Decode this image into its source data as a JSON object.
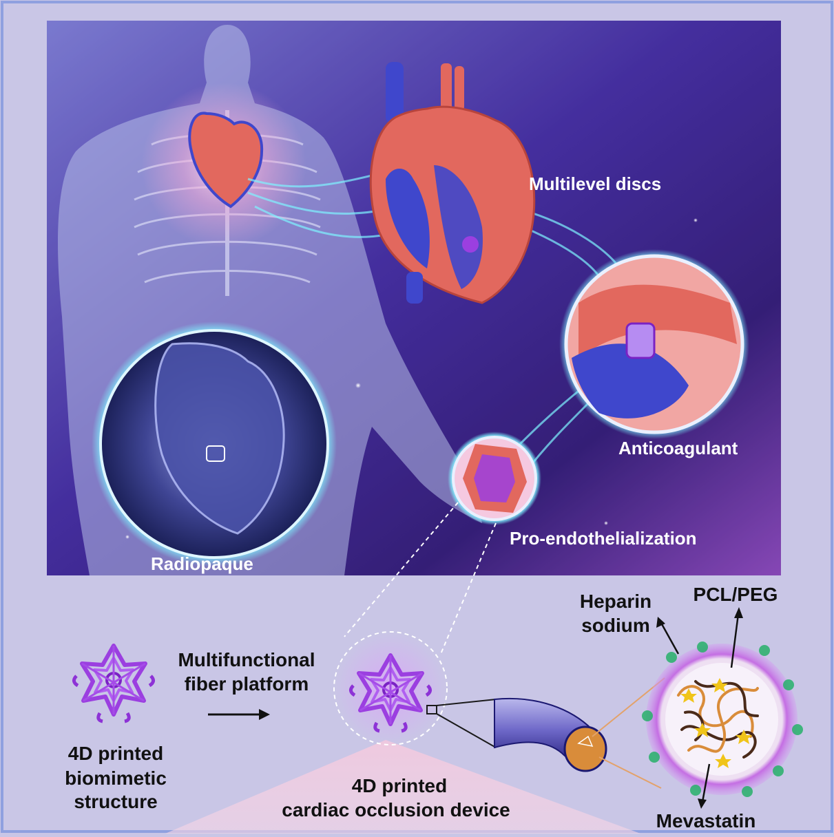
{
  "illustration": {
    "labels": {
      "multilevel_discs": "Multilevel discs",
      "anticoagulant": "Anticoagulant",
      "pro_endothelialization": "Pro-endothelialization",
      "radiopaque": "Radiopaque"
    }
  },
  "workflow": {
    "structure_line1": "4D printed",
    "structure_line2": "biomimetic",
    "structure_line3": "structure",
    "platform_line1": "Multifunctional",
    "platform_line2": "fiber platform",
    "device_line1": "4D printed",
    "device_line2": "cardiac occlusion device"
  },
  "fiber_cross_section": {
    "heparin_line1": "Heparin",
    "heparin_line2": "sodium",
    "polymer": "PCL/PEG",
    "drug": "Mevastatin"
  },
  "colors": {
    "frame_border": "#8fa0df",
    "panel_bg": "#c9c6e6",
    "lattice_purple": "#9b3fe0",
    "heart_red": "#e2685e",
    "heart_blue": "#3f47cc",
    "fiber_orange": "#d98c3a",
    "heparin_green": "#27b06a",
    "mevastatin_yellow": "#f0c419"
  }
}
